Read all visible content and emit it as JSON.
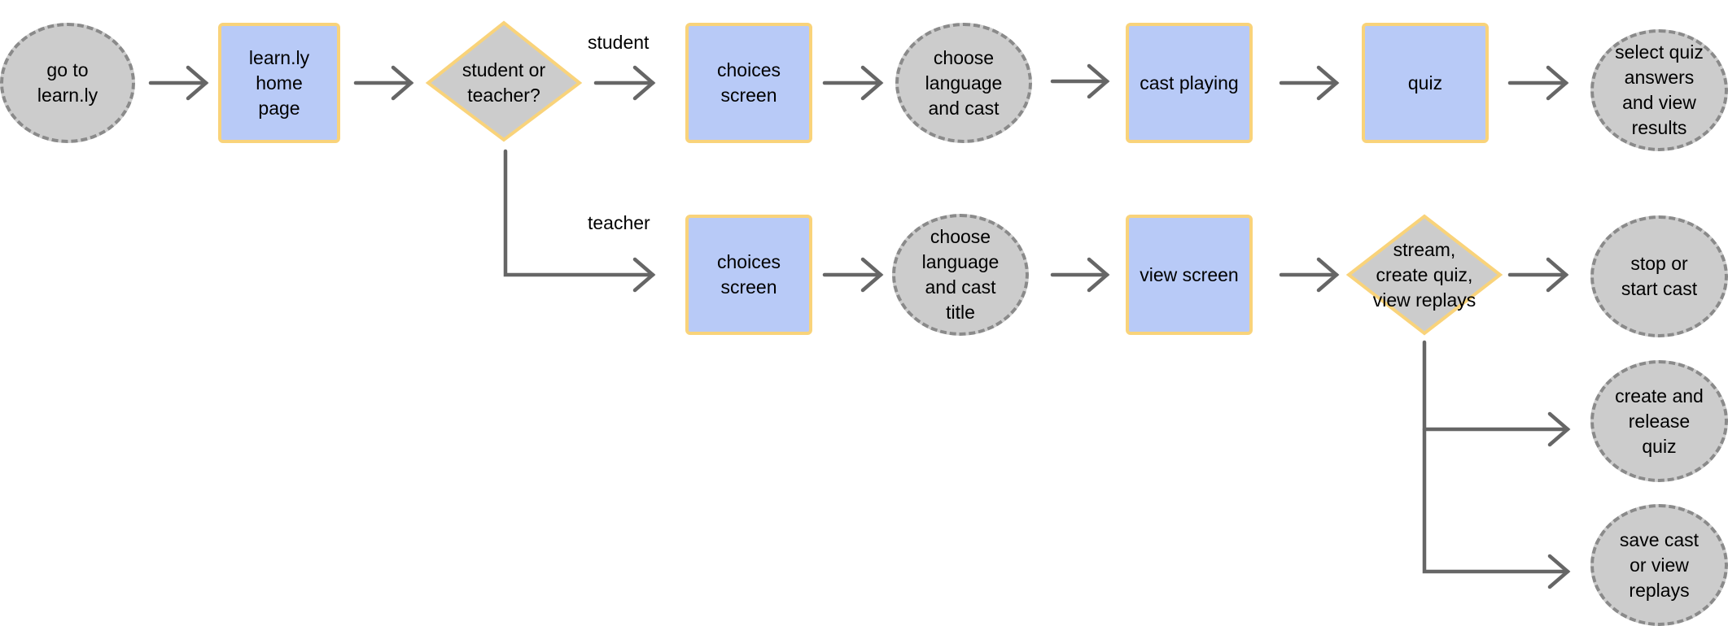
{
  "nodes": {
    "go_to_learnly": "go to\nlearn.ly",
    "home_page": "learn.ly\nhome\npage",
    "student_or_teacher": "student or\nteacher?",
    "student_choices": "choices\nscreen",
    "choose_language_cast": "choose\nlanguage\nand cast",
    "cast_playing": "cast playing",
    "quiz": "quiz",
    "select_quiz_answers": "select quiz\nanswers\nand view\nresults",
    "teacher_choices": "choices\nscreen",
    "choose_language_title": "choose\nlanguage\nand cast\ntitle",
    "view_screen": "view screen",
    "stream_quiz_replays": "stream,\ncreate quiz,\nview replays",
    "stop_start_cast": "stop or\nstart cast",
    "create_release_quiz": "create and\nrelease\nquiz",
    "save_cast_replays": "save cast\nor view\nreplays"
  },
  "edge_labels": {
    "student": "student",
    "teacher": "teacher"
  },
  "colors": {
    "process_fill": "#b8caf7",
    "process_border": "#f9d37a",
    "terminal_fill": "#cccccc",
    "terminal_border": "#8a8a8a",
    "connector": "#666666"
  }
}
